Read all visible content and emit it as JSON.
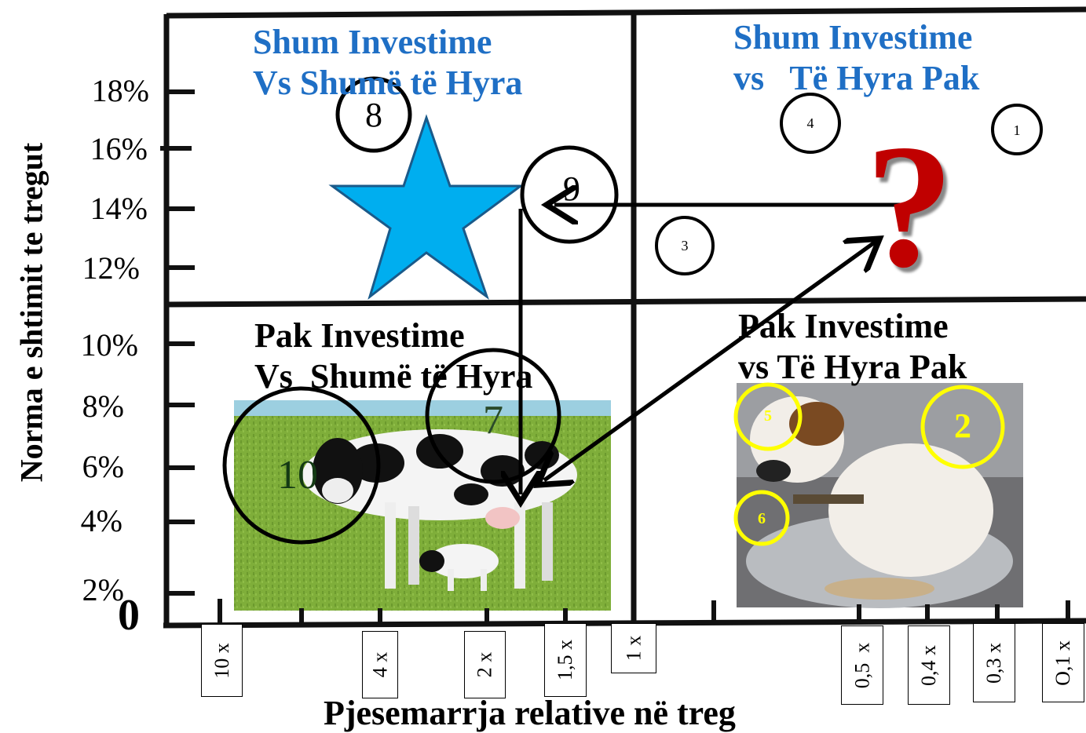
{
  "quadrants": {
    "top_left": {
      "line1": "Shum Investime",
      "line2": "Vs Shumë të Hyra"
    },
    "top_right": {
      "line1": "Shum Investime",
      "line2": "vs   Të Hyra Pak"
    },
    "bottom_left": {
      "line1": "Pak Investime",
      "line2": "Vs  Shumë të Hyra"
    },
    "bottom_right": {
      "line1": "Pak Investime",
      "line2": "vs Të Hyra Pak"
    }
  },
  "y_axis": {
    "label": "Norma e shtimit te tregut",
    "ticks": [
      "18%",
      "16%",
      "14%",
      "12%",
      "10%",
      "8%",
      "6%",
      "4%",
      "2%"
    ],
    "origin": "0"
  },
  "x_axis": {
    "label": "Pjesemarrja relative në treg",
    "ticks": [
      "10 x",
      "4 x",
      "2 x",
      "1,5 x",
      "1 x",
      "0,5  x",
      "0,4 x",
      "0,3 x",
      "O,1 x"
    ]
  },
  "items": [
    "8",
    "4",
    "1",
    "9",
    "3",
    "7",
    "10",
    "5",
    "2",
    "6"
  ],
  "question_mark": "?",
  "colors": {
    "title_blue": "#1f6fc5",
    "star": "#00aeef",
    "question": "#c00000",
    "yellow": "#ffff00"
  }
}
